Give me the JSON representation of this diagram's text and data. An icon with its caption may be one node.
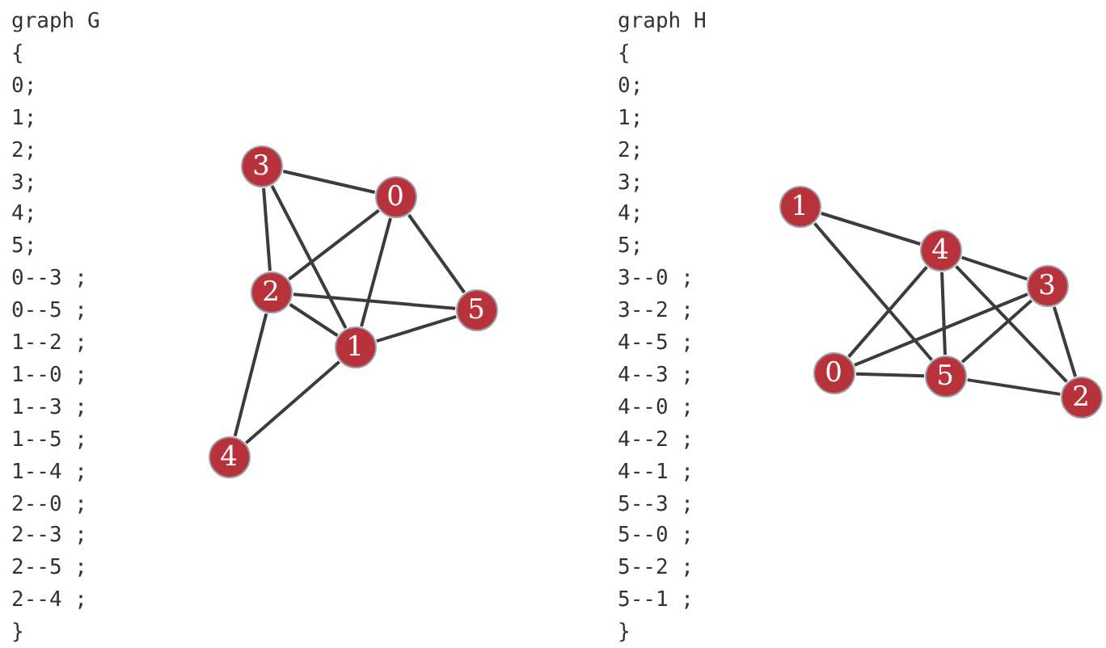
{
  "diagram": {
    "nodes": [
      {
        "text": [
          "3"
        ]
      },
      {
        "text": [
          "0"
        ]
      },
      {
        "text": [
          "2"
        ]
      },
      {
        "text": [
          "5"
        ]
      },
      {
        "text": [
          "1"
        ]
      },
      {
        "text": [
          "4"
        ]
      },
      {
        "text": [
          "1"
        ]
      },
      {
        "text": [
          "4"
        ]
      },
      {
        "text": [
          "3"
        ]
      },
      {
        "text": [
          "0"
        ]
      },
      {
        "text": [
          "5"
        ]
      },
      {
        "text": [
          "2"
        ]
      }
    ],
    "edges": [
      {
        "from": 0,
        "to": 1,
        "arrow": "none"
      },
      {
        "from": 0,
        "to": 2,
        "arrow": "none"
      },
      {
        "from": 0,
        "to": 4,
        "arrow": "none"
      },
      {
        "from": 1,
        "to": 2,
        "arrow": "none"
      },
      {
        "from": 1,
        "to": 4,
        "arrow": "none"
      },
      {
        "from": 1,
        "to": 3,
        "arrow": "none"
      },
      {
        "from": 2,
        "to": 3,
        "arrow": "none"
      },
      {
        "from": 2,
        "to": 4,
        "arrow": "none"
      },
      {
        "from": 2,
        "to": 5,
        "arrow": "none"
      },
      {
        "from": 4,
        "to": 3,
        "arrow": "none"
      },
      {
        "from": 4,
        "to": 5,
        "arrow": "none"
      },
      {
        "from": 6,
        "to": 7,
        "arrow": "none"
      },
      {
        "from": 6,
        "to": 10,
        "arrow": "none"
      },
      {
        "from": 7,
        "to": 8,
        "arrow": "none"
      },
      {
        "from": 7,
        "to": 9,
        "arrow": "none"
      },
      {
        "from": 7,
        "to": 10,
        "arrow": "none"
      },
      {
        "from": 7,
        "to": 11,
        "arrow": "none"
      },
      {
        "from": 8,
        "to": 9,
        "arrow": "none"
      },
      {
        "from": 8,
        "to": 10,
        "arrow": "none"
      },
      {
        "from": 8,
        "to": 11,
        "arrow": "none"
      },
      {
        "from": 9,
        "to": 10,
        "arrow": "none"
      },
      {
        "from": 10,
        "to": 11,
        "arrow": "none"
      }
    ],
    "labels": [
      "graph G",
      "{",
      "0;",
      "1;",
      "2;",
      "3;",
      "4;",
      "5;",
      "0--3 ;",
      "0--5 ;",
      "1--2 ;",
      "1--0 ;",
      "1--3 ;",
      "1--5 ;",
      "1--4 ;",
      "2--0 ;",
      "2--3 ;",
      "2--5 ;",
      "2--4 ;",
      "}",
      "graph H",
      "{",
      "0;",
      "1;",
      "2;",
      "3;",
      "4;",
      "5;",
      "3--0 ;",
      "3--2 ;",
      "4--5 ;",
      "4--3 ;",
      "4--0 ;",
      "4--2 ;",
      "4--1 ;",
      "5--3 ;",
      "5--0 ;",
      "5--2 ;",
      "5--1 ;",
      "}"
    ]
  }
}
